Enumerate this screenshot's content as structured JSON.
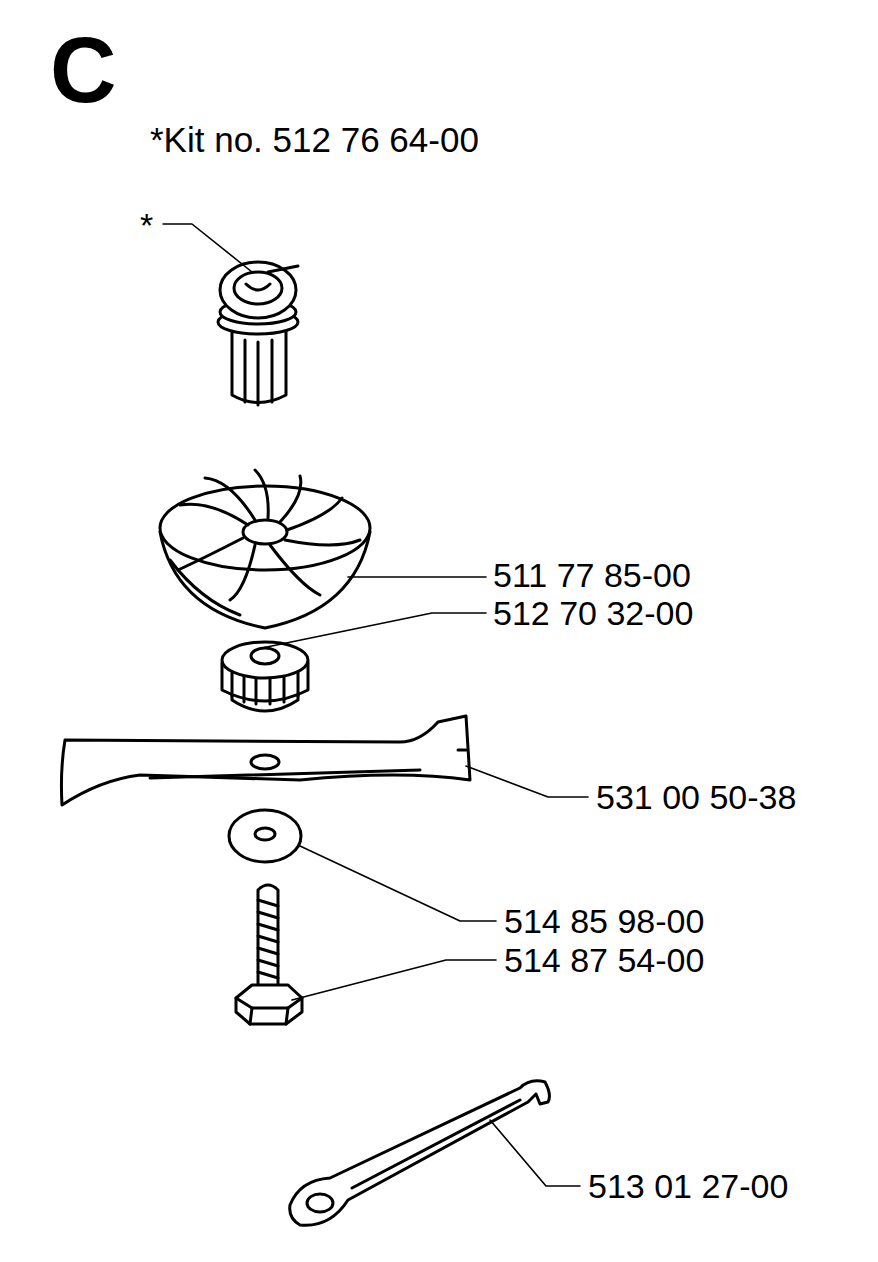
{
  "diagram": {
    "title": "C",
    "labels": [
      "*Kit no. 512 76 64-00",
      "*",
      "511 77 85-00",
      "512 70 32-00",
      "531 00 50-38",
      "514 85 98-00",
      "514 87 54-00",
      "513 01 27-00"
    ]
  }
}
